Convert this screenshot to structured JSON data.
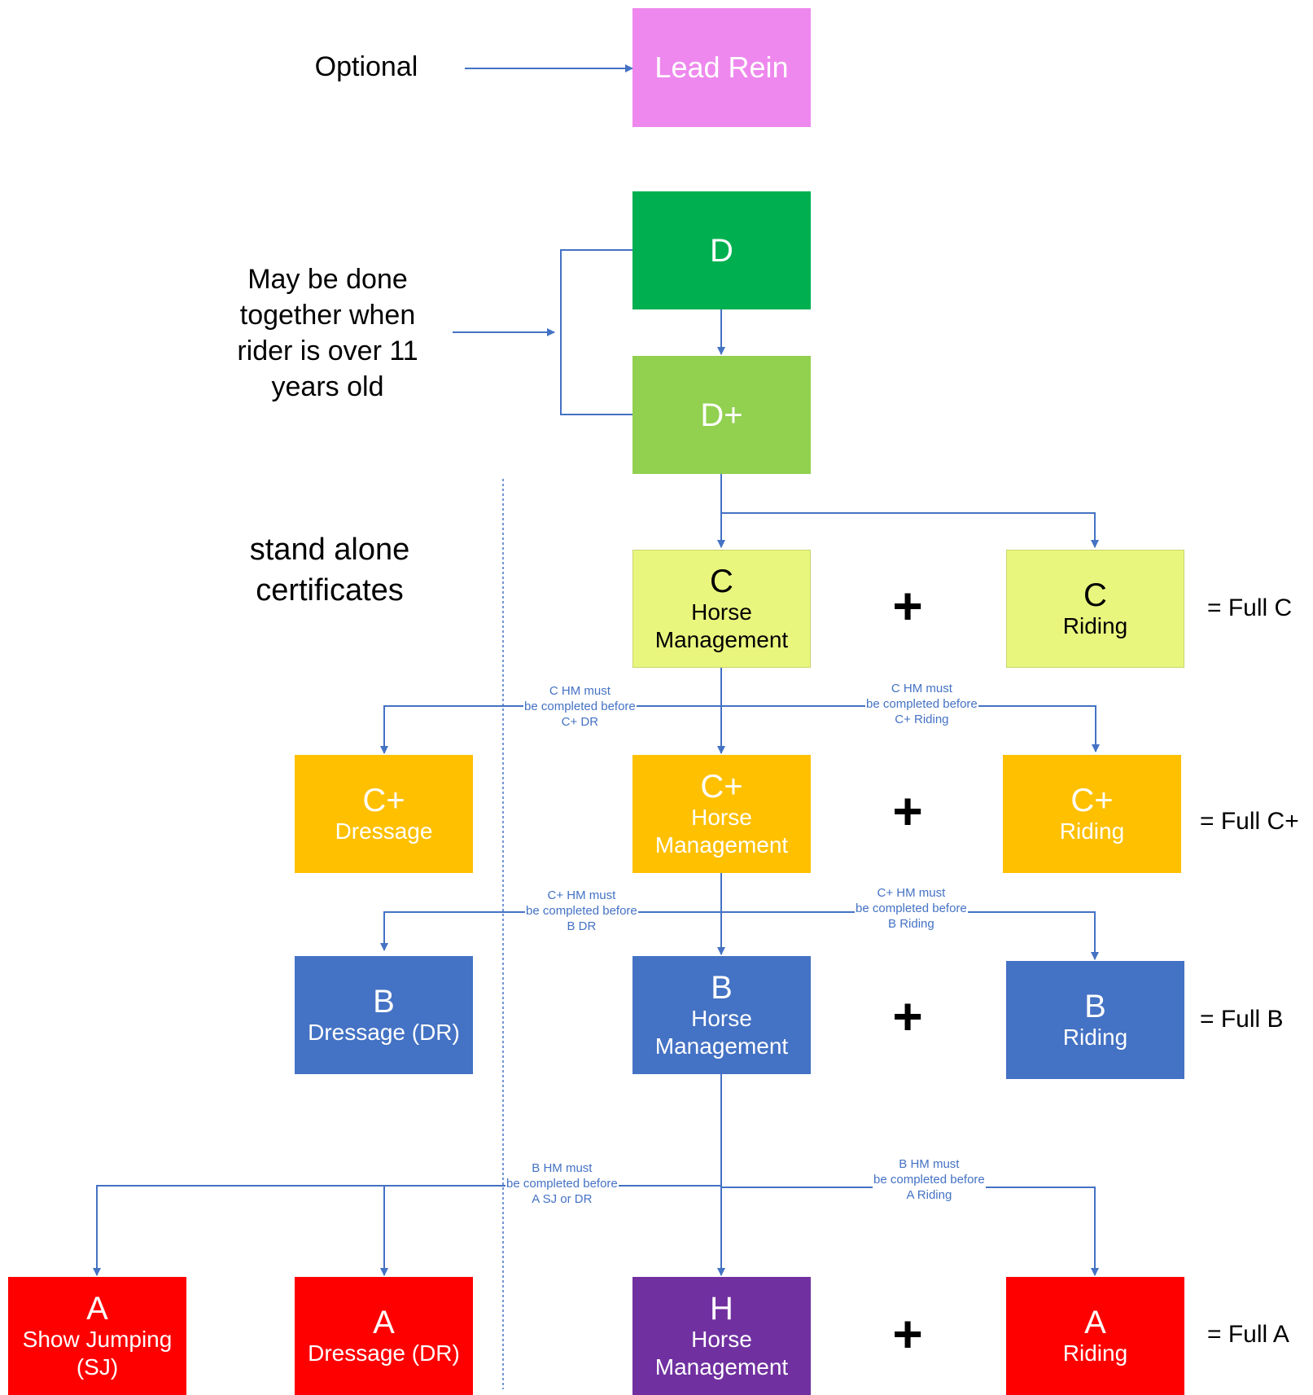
{
  "colors": {
    "connector": "#4472c4",
    "lead_rein": "#ee88ee",
    "d": "#00b050",
    "d_plus": "#92d050",
    "c": "#e9f67e",
    "c_plus": "#ffc000",
    "b": "#4472c4",
    "a": "#ff0000",
    "h": "#7030a0"
  },
  "notes": {
    "optional": "Optional",
    "together": [
      "May be done",
      "together when",
      "rider is over 11",
      "years old"
    ],
    "standalone": [
      "stand alone",
      "certificates"
    ]
  },
  "boxes": {
    "lead_rein": {
      "title": "Lead Rein"
    },
    "d": {
      "title": "D"
    },
    "d_plus": {
      "title": "D+"
    },
    "c_hm": {
      "title": "C",
      "line2": "Horse",
      "line3": "Management"
    },
    "c_riding": {
      "title": "C",
      "line2": "Riding"
    },
    "cp_dressage": {
      "title": "C+",
      "line2": "Dressage"
    },
    "cp_hm": {
      "title": "C+",
      "line2": "Horse",
      "line3": "Management"
    },
    "cp_riding": {
      "title": "C+",
      "line2": "Riding"
    },
    "b_dressage": {
      "title": "B",
      "line2": "Dressage (DR)"
    },
    "b_hm": {
      "title": "B",
      "line2": "Horse",
      "line3": "Management"
    },
    "b_riding": {
      "title": "B",
      "line2": "Riding"
    },
    "a_sj": {
      "title": "A",
      "line2": "Show Jumping",
      "line3": "(SJ)"
    },
    "a_dressage": {
      "title": "A",
      "line2": "Dressage (DR)"
    },
    "h_hm": {
      "title": "H",
      "line2": "Horse",
      "line3": "Management"
    },
    "a_riding": {
      "title": "A",
      "line2": "Riding"
    }
  },
  "plus": "+",
  "full": {
    "c": "= Full C",
    "cp": "= Full C+",
    "b": "= Full B",
    "a": "= Full A"
  },
  "conditions": {
    "c_dr": [
      "C HM must",
      "be completed before",
      "C+ DR"
    ],
    "c_riding": [
      "C HM must",
      "be completed before",
      "C+ Riding"
    ],
    "cp_dr": [
      "C+ HM must",
      "be completed before",
      "B DR"
    ],
    "cp_riding": [
      "C+ HM must",
      "be completed before",
      "B Riding"
    ],
    "b_sj_dr": [
      "B HM must",
      "be completed before",
      "A SJ or DR"
    ],
    "b_riding": [
      "B HM must",
      "be completed before",
      "A Riding"
    ]
  }
}
